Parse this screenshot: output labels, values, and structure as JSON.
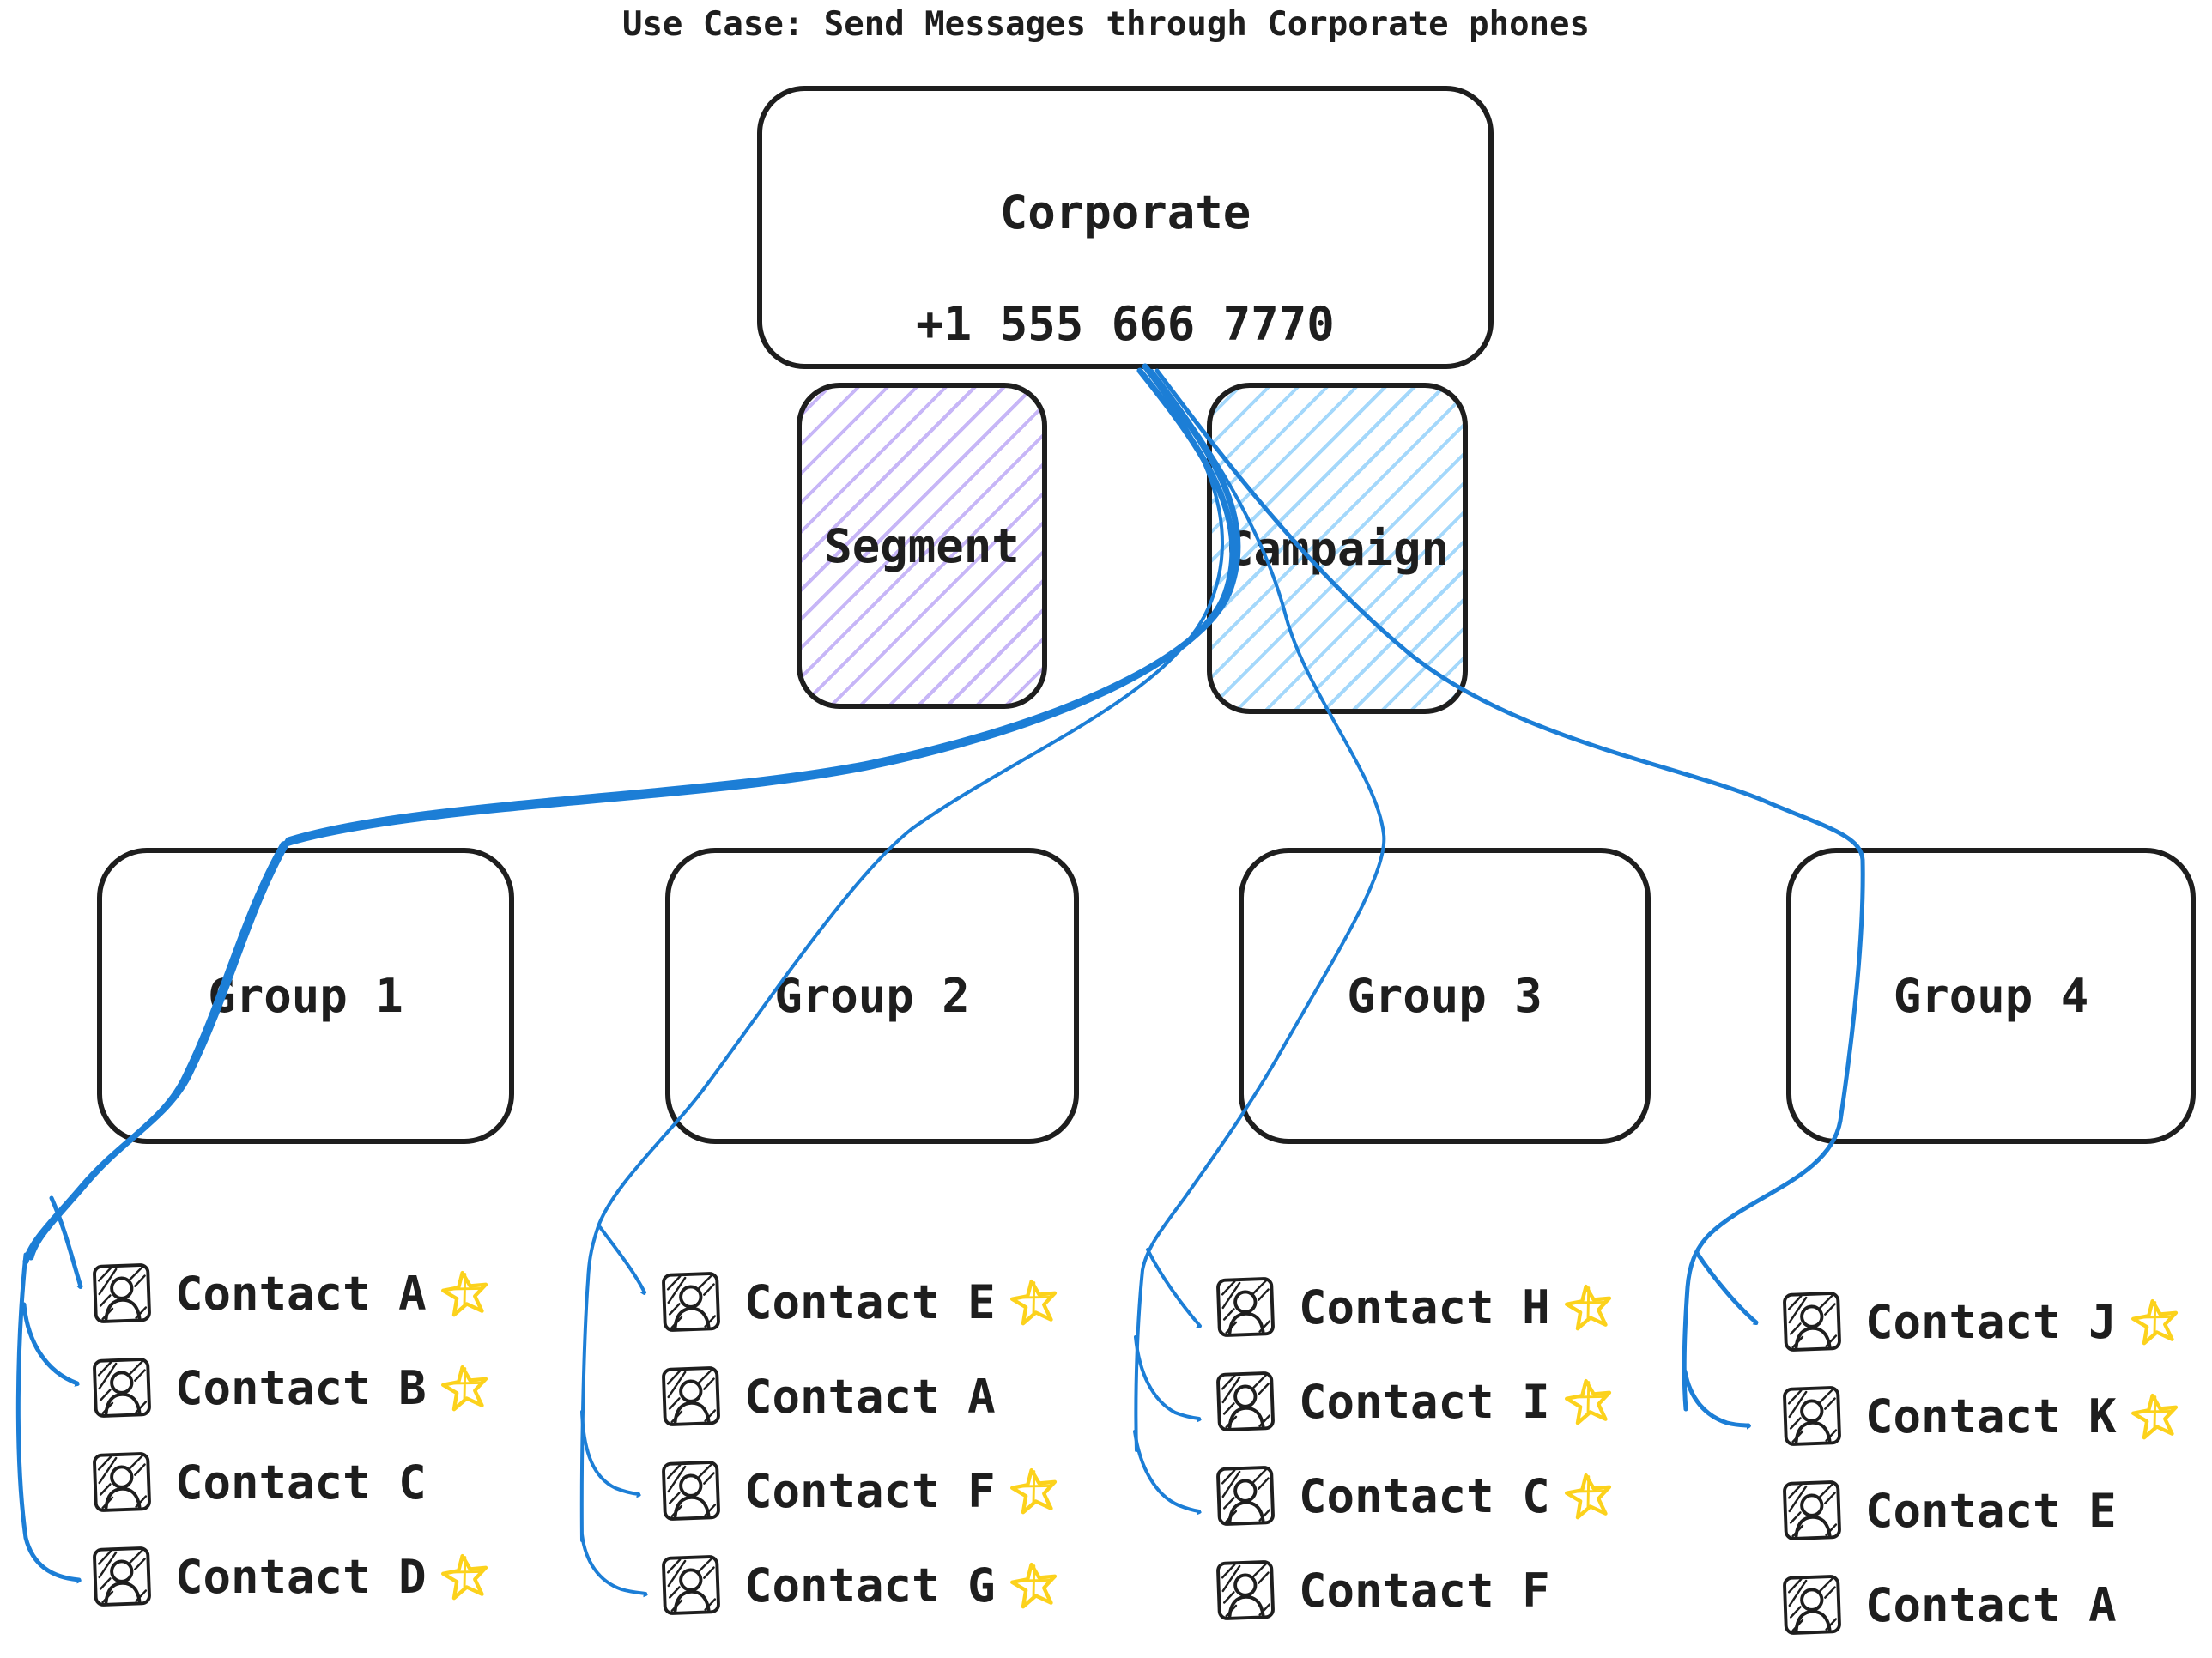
{
  "title": "Use Case: Send Messages through Corporate phones",
  "corporate": {
    "name": "Corporate",
    "phone": "+1 555 666 7770"
  },
  "segment": {
    "label": "Segment"
  },
  "campaign": {
    "label": "Campaign"
  },
  "groups": [
    {
      "label": "Group 1",
      "contacts": [
        {
          "name": "Contact A",
          "starred": true
        },
        {
          "name": "Contact B",
          "starred": true
        },
        {
          "name": "Contact C",
          "starred": false
        },
        {
          "name": "Contact D",
          "starred": true
        }
      ]
    },
    {
      "label": "Group 2",
      "contacts": [
        {
          "name": "Contact E",
          "starred": true
        },
        {
          "name": "Contact A",
          "starred": false
        },
        {
          "name": "Contact F",
          "starred": true
        },
        {
          "name": "Contact G",
          "starred": true
        }
      ]
    },
    {
      "label": "Group 3",
      "contacts": [
        {
          "name": "Contact H",
          "starred": true
        },
        {
          "name": "Contact I",
          "starred": true
        },
        {
          "name": "Contact C",
          "starred": true
        },
        {
          "name": "Contact F",
          "starred": false
        }
      ]
    },
    {
      "label": "Group 4",
      "contacts": [
        {
          "name": "Contact J",
          "starred": true
        },
        {
          "name": "Contact K",
          "starred": true
        },
        {
          "name": "Contact E",
          "starred": false
        },
        {
          "name": "Contact A",
          "starred": false
        }
      ]
    }
  ],
  "icons": {
    "contact": "contact-card-icon",
    "star": "star-icon"
  },
  "colors": {
    "arrow": "#1c7ed6",
    "ink": "#1e1e1e",
    "star": "#fcd21c",
    "segment_hatch": "#c7b6f7",
    "campaign_hatch": "#a4d8fb"
  }
}
